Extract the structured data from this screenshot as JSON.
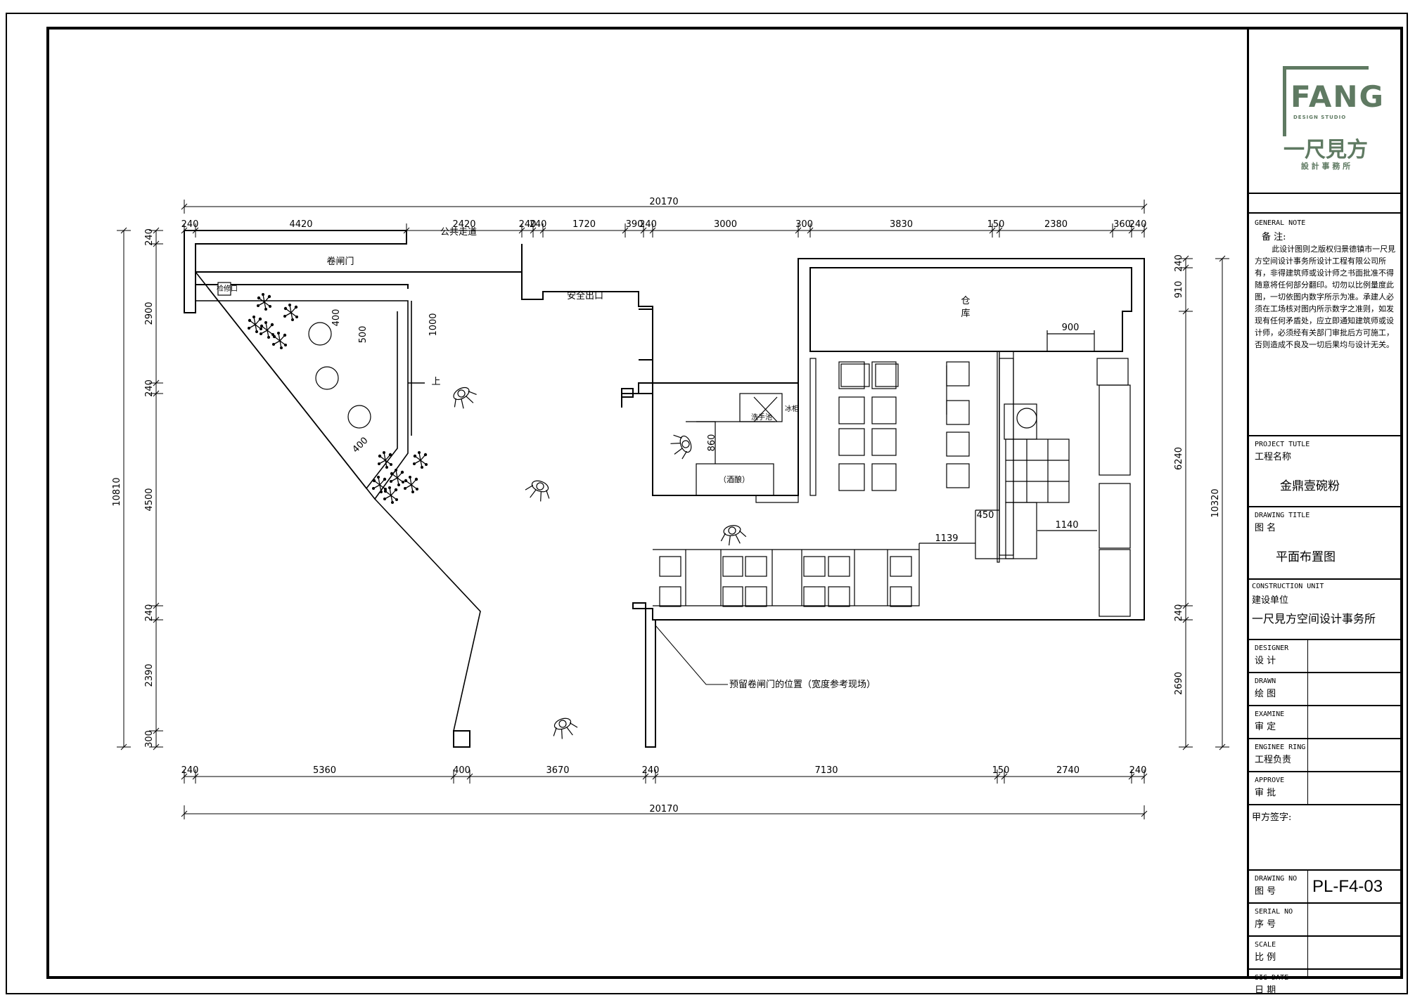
{
  "plan": {
    "dims_top": [
      "240",
      "4420",
      "2420",
      "240",
      "240",
      "1720",
      "390",
      "240",
      "3000",
      "300",
      "3830",
      "150",
      "2380",
      "360",
      "240"
    ],
    "dims_bottom": [
      "240",
      "5360",
      "400",
      "3670",
      "240",
      "7130",
      "150",
      "2740",
      "240"
    ],
    "dims_left": [
      "240",
      "2900",
      "240",
      "4500",
      "240",
      "2390",
      "300"
    ],
    "dims_right": [
      "240",
      "910",
      "6240",
      "240",
      "2690"
    ],
    "total_top": "20170",
    "total_bottom": "20170",
    "total_left": "10810",
    "total_right": "10320",
    "inner_dims": {
      "d400": "400",
      "d500": "500",
      "d1000": "1000",
      "d400b": "400",
      "d860": "860",
      "d900": "900",
      "d450": "450",
      "d1139": "1139",
      "d1140": "1140"
    },
    "labels": {
      "public_corridor": "公共走道",
      "rolling_door": "卷闸门",
      "emergency_exit": "安全出口",
      "warehouse_1": "仓",
      "warehouse_2": "库",
      "stairs_up": "上",
      "sauce": "（酒酿）",
      "sink_1": "洗手池",
      "sink_2": "冰柜",
      "inspection": "检修口",
      "reserved_door": "预留卷闸门的位置（宽度参考现场）"
    }
  },
  "title_block": {
    "logo_top": "FANG",
    "logo_sub": "DESIGN STUDIO",
    "logo_cn": "一尺見方",
    "logo_cn_sub": "設 計 事 務 所",
    "general_note_en": "GENERAL NOTE",
    "general_note_cn": "备 注:",
    "general_note_text": "此设计图则之版权归景德镇市一尺見方空间设计事务所设计工程有限公司所有，非得建筑师或设计师之书面批准不得随意将任何部分翻印。切勿以比例量度此图，一切依图内数字所示为准。承建人必须在工场核对图内所示数字之准则，如发现有任何矛盾处，应立即通知建筑师或设计师，必须经有关部门审批后方可施工，否则造成不良及一切后果均与设计无关。",
    "project_title_en": "PROJECT TUTLE",
    "project_title_cn": "工程名称",
    "project_title_value": "金鼎壹碗粉",
    "drawing_title_en": "DRAWING TITLE",
    "drawing_title_cn": "图   名",
    "drawing_title_value": "平面布置图",
    "construction_unit_en": "CONSTRUCTION UNIT",
    "construction_unit_cn": "建设单位",
    "construction_unit_value": "一尺見方空间设计事务所",
    "designer_en": "DESIGNER",
    "designer_cn": "设  计",
    "drawn_en": "DRAWN",
    "drawn_cn": "绘  图",
    "examine_en": "EXAMINE",
    "examine_cn": "审  定",
    "engineering_en": "ENGINEE RING",
    "engineering_cn": "工程负责",
    "approve_en": "APPROVE",
    "approve_cn": "审   批",
    "client_sign": "甲方签字:",
    "drawing_no_en": "DRAWING NO",
    "drawing_no_cn": "图  号",
    "drawing_no_value": "PL-F4-03",
    "serial_no_en": "SERIAL NO",
    "serial_no_cn": "序  号",
    "scale_en": "SCALE",
    "scale_cn": "比  例",
    "sig_date_en": "SIG DATE",
    "sig_date_cn": "日  期"
  },
  "colors": {
    "line": "#000000",
    "logo": "#5f7a62"
  }
}
